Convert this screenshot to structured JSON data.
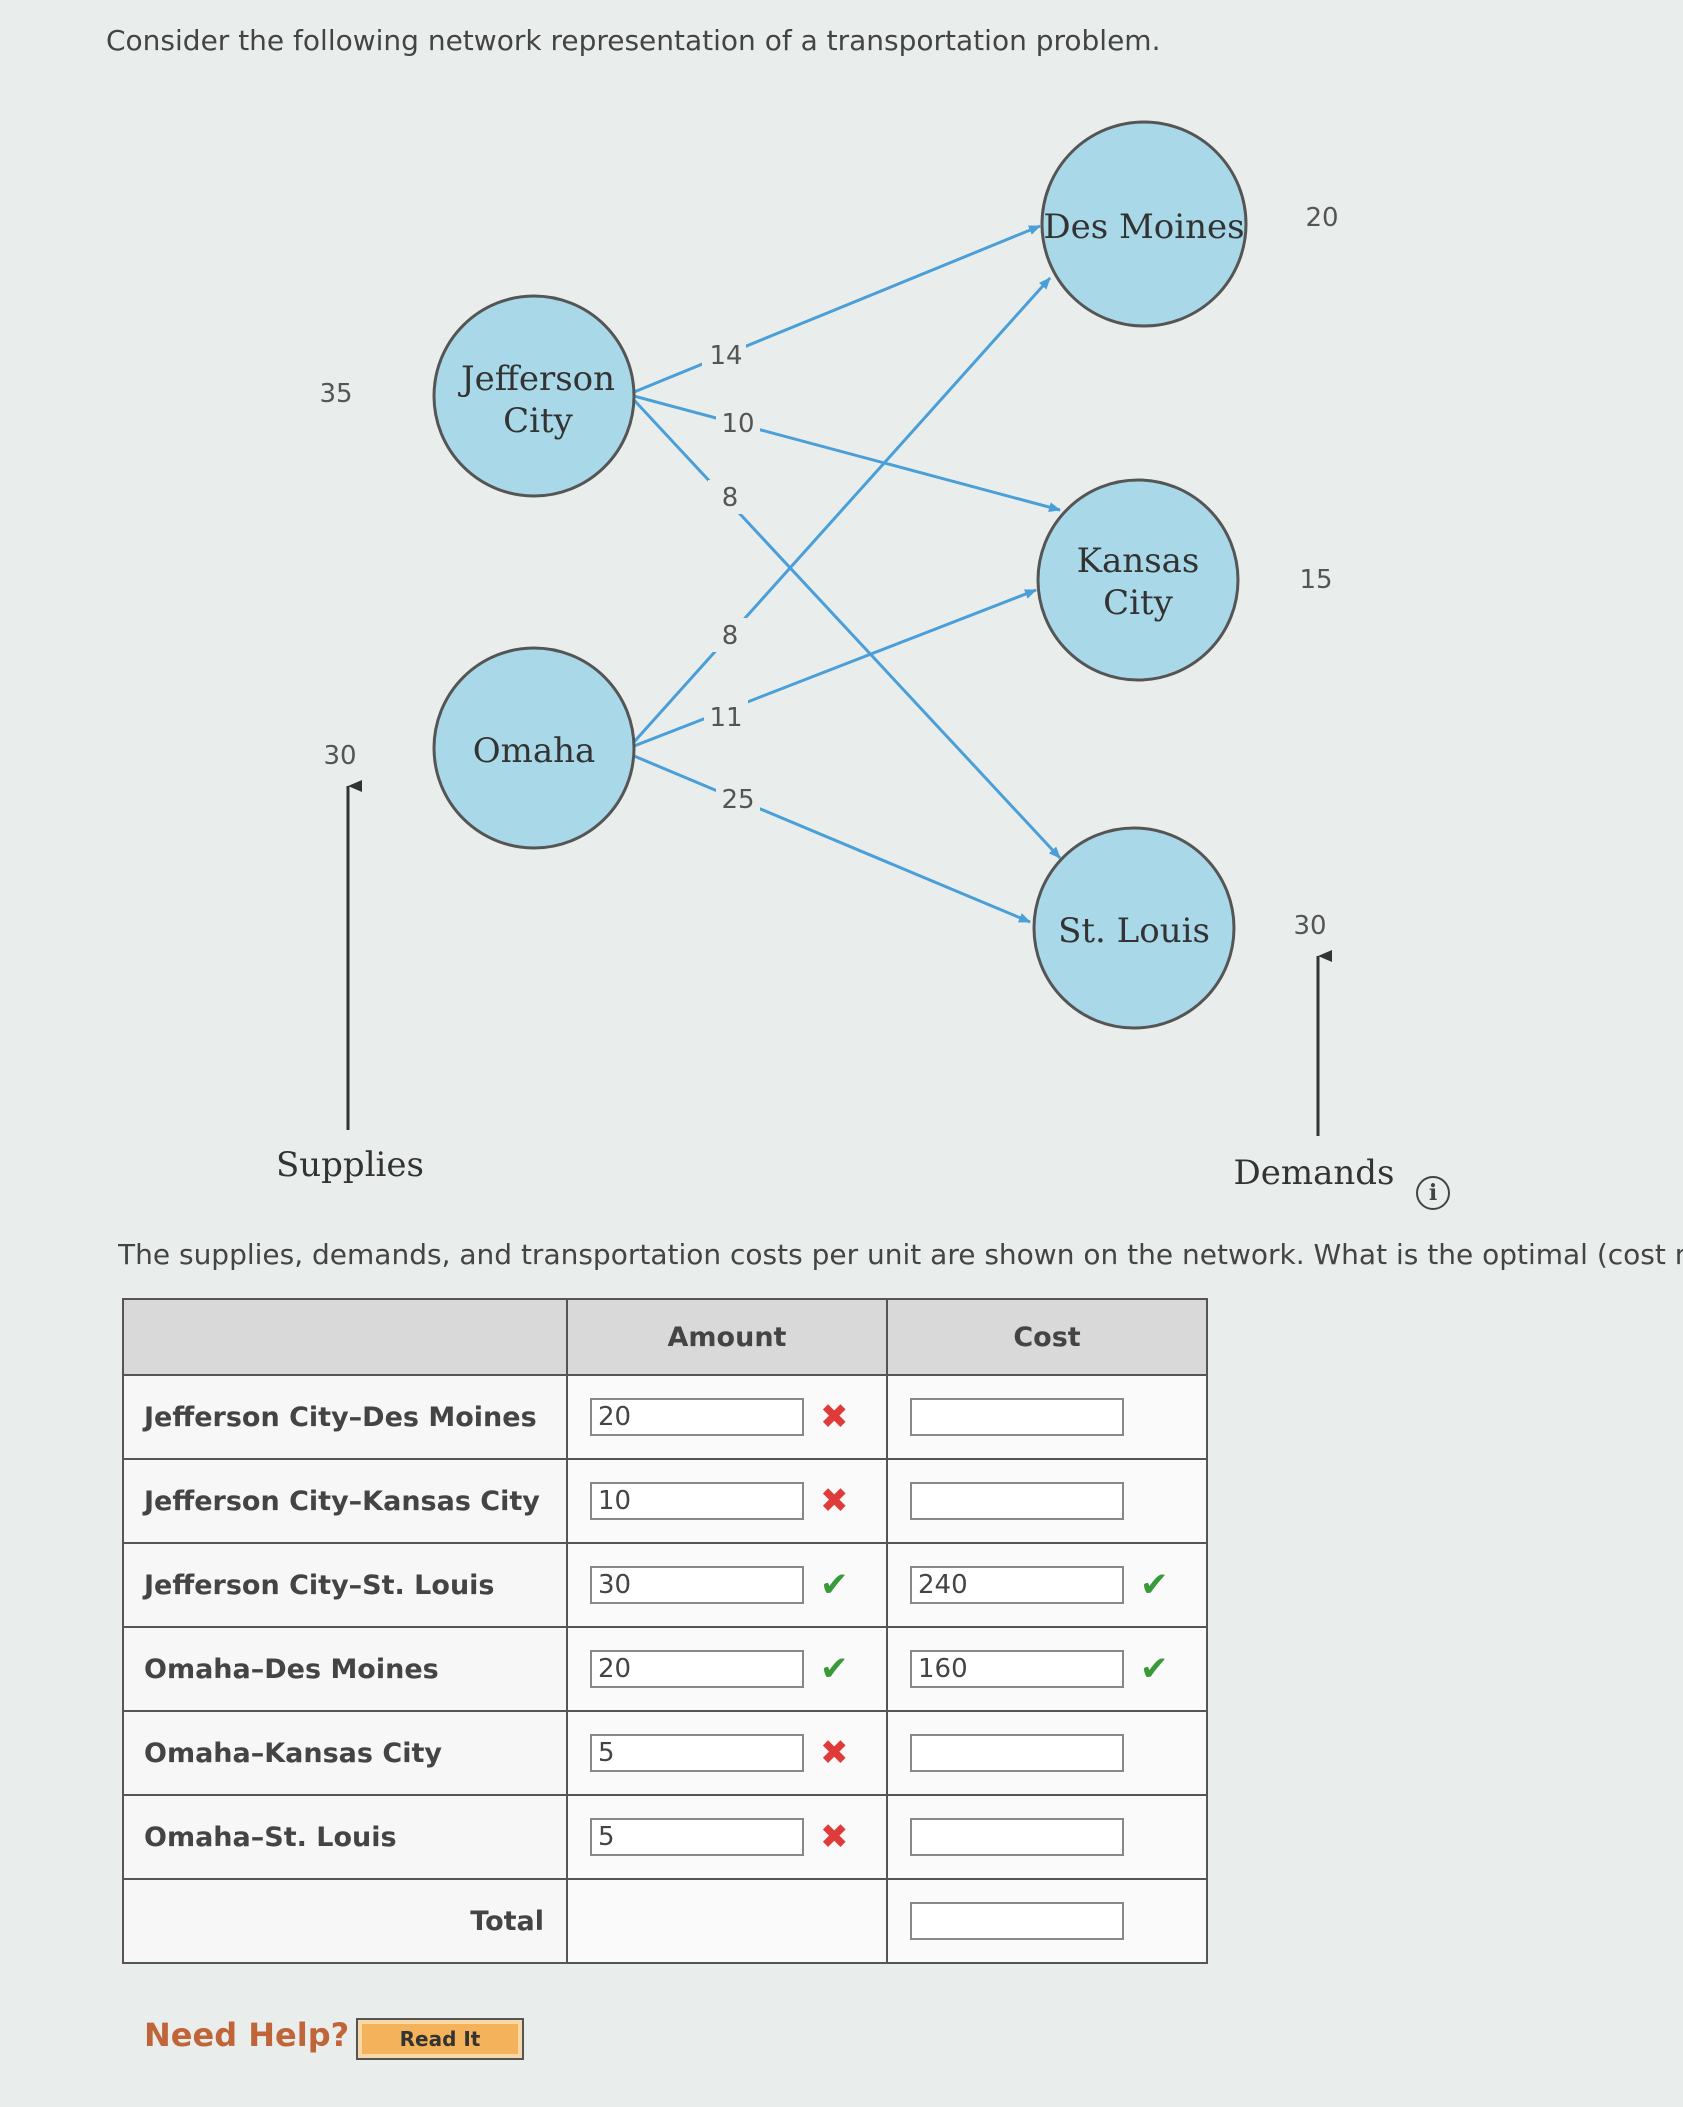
{
  "question": "Consider the following network representation of a transportation problem.",
  "network": {
    "origins": [
      {
        "name_lines": [
          "Jefferson",
          "City"
        ],
        "supply": "35"
      },
      {
        "name_lines": [
          "Omaha"
        ],
        "supply": "30"
      }
    ],
    "destinations": [
      {
        "name_lines": [
          "Des Moines"
        ],
        "demand": "20"
      },
      {
        "name_lines": [
          "Kansas",
          "City"
        ],
        "demand": "15"
      },
      {
        "name_lines": [
          "St. Louis"
        ],
        "demand": "30"
      }
    ],
    "costs": {
      "jc_dm": "14",
      "jc_kc": "10",
      "jc_sl": "8",
      "om_dm": "8",
      "om_kc": "11",
      "om_sl": "25"
    },
    "supplies_label": "Supplies",
    "demands_label": "Demands",
    "node_color": "#a9d8e8",
    "arrow_color": "#4b9fd8"
  },
  "description": "The supplies, demands, and transportation costs per unit are shown on the network. What is the optimal (cost mi",
  "table": {
    "headers": [
      "",
      "Amount",
      "Cost"
    ],
    "rows": [
      {
        "label": "Jefferson City–Des Moines",
        "amount": "20",
        "amount_status": "✖",
        "cost": "",
        "cost_status": ""
      },
      {
        "label": "Jefferson City–Kansas City",
        "amount": "10",
        "amount_status": "✖",
        "cost": "",
        "cost_status": ""
      },
      {
        "label": "Jefferson City–St. Louis",
        "amount": "30",
        "amount_status": "✔",
        "cost": "240",
        "cost_status": "✔"
      },
      {
        "label": "Omaha–Des Moines",
        "amount": "20",
        "amount_status": "✔",
        "cost": "160",
        "cost_status": "✔"
      },
      {
        "label": "Omaha–Kansas City",
        "amount": "5",
        "amount_status": "✖",
        "cost": "",
        "cost_status": ""
      },
      {
        "label": "Omaha–St. Louis",
        "amount": "5",
        "amount_status": "✖",
        "cost": "",
        "cost_status": ""
      }
    ],
    "total_label": "Total",
    "total_cost": ""
  },
  "help": {
    "need_help": "Need Help?",
    "read_it": "Read It"
  },
  "info_icon": "info-icon"
}
